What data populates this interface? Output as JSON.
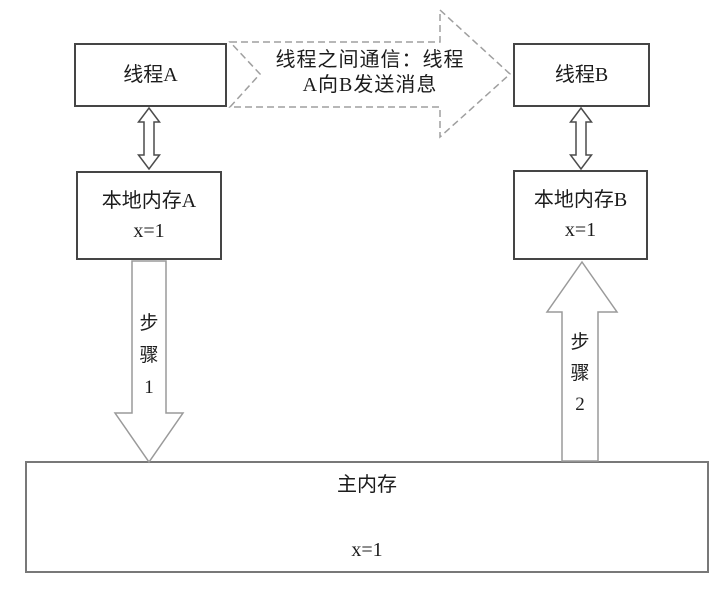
{
  "diagram": {
    "boxes": {
      "thread_a": {
        "label": "线程A"
      },
      "thread_b": {
        "label": "线程B"
      },
      "local_memory_a": {
        "lines": [
          "本地内存A",
          "x=1"
        ]
      },
      "local_memory_b": {
        "lines": [
          "本地内存B",
          "x=1"
        ]
      },
      "main_memory": {
        "lines": [
          "主内存",
          "x=1"
        ]
      }
    },
    "comm_arrow": {
      "lines": [
        "线程之间通信：线程",
        "A向B发送消息"
      ]
    },
    "step1_arrow": {
      "chars": [
        "步",
        "骤",
        "1"
      ]
    },
    "step2_arrow": {
      "chars": [
        "步",
        "骤",
        "2"
      ]
    },
    "colors": {
      "background": "#ffffff",
      "text": "#1c1c1c",
      "thread_box_border": "#454545",
      "main_memory_border": "#787878",
      "dashed_comm_arrow": "#9f9f9f",
      "step_arrow_outline": "#9a9a9a",
      "double_arrow_outline": "#4c4c4c"
    }
  }
}
